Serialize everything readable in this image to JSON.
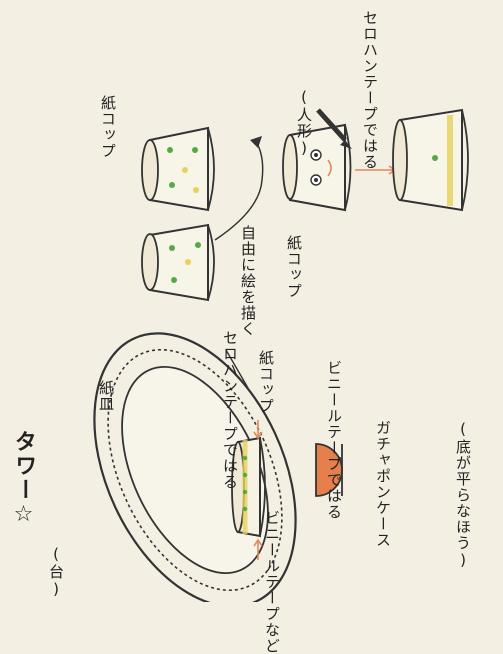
{
  "heading": "タワー☆",
  "base_section": {
    "label": "(台)"
  },
  "labels": {
    "paper_plate": "紙皿",
    "tape_top": "セロハンテープではる",
    "paper_cup_middle": "紙コップ",
    "vinyl_tape": "ビニールテープではる",
    "vinyl_tape_left": "ビニールテープなど",
    "capsule": "ガチャポンケース",
    "capsule_note": "(底が平らなほう)",
    "paper_cup_top": "紙コップ",
    "free_draw": "自由に絵を描く",
    "doll": "(人形)",
    "paper_cup_doll": "紙コップ",
    "tape_right": "セロハンテープではる"
  },
  "colors": {
    "background": "#f3efe3",
    "ink": "#333333",
    "orange_arrow": "#e08a5c",
    "cup_dots_green": "#58a84a",
    "cup_dots_yellow": "#e6d25a",
    "capsule_fill": "#e57f4c"
  },
  "icons": [
    "star-icon",
    "pencil-icon",
    "arrow-icon"
  ]
}
